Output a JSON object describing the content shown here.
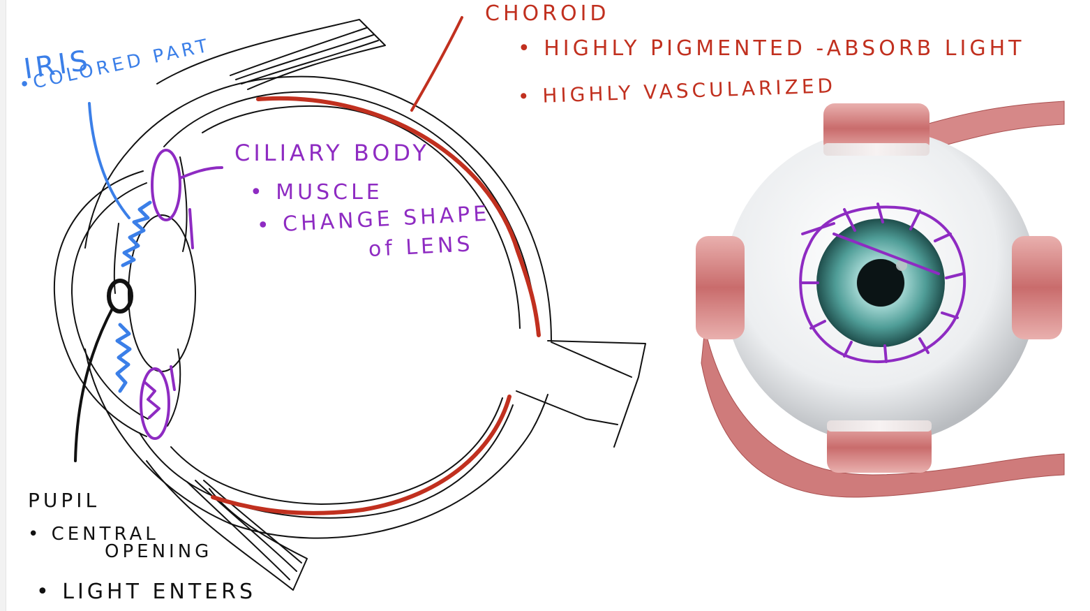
{
  "colors": {
    "iris": "#3b7fe8",
    "choroid": "#c1301f",
    "ciliary": "#8e2bc2",
    "pupil": "#111111",
    "muscle": "#c86a6a",
    "iris_teal": "#3f8f8a"
  },
  "labels": {
    "iris": {
      "title": "IRIS",
      "bullet1": "•COLORED PART"
    },
    "choroid": {
      "title": "CHOROID",
      "bullet1": "• HIGHLY PIGMENTED  -ABSORB LIGHT",
      "bullet2": "• HIGHLY VASCULARIZED"
    },
    "ciliary": {
      "title": "CILIARY BODY",
      "bullet1": "• MUSCLE",
      "bullet2": "• CHANGE SHAPE",
      "bullet2_cont": "of LENS"
    },
    "pupil": {
      "title": "PUPIL",
      "bullet1": "• CENTRAL",
      "bullet1_cont": "OPENING",
      "bullet2": "• LIGHT ENTERS"
    }
  }
}
